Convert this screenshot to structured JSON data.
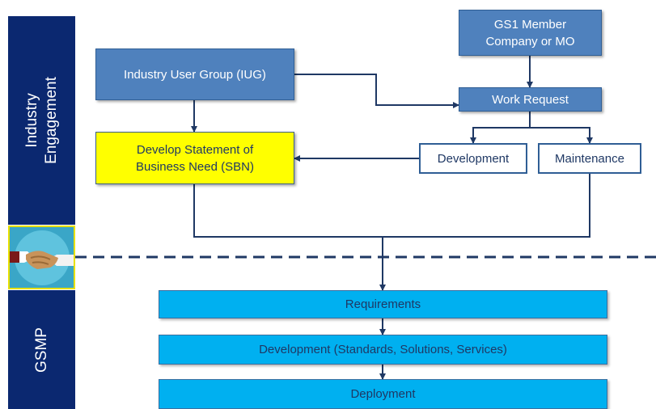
{
  "bands": {
    "industry_engagement": "Industry\nEngagement",
    "gsmp": "GSMP"
  },
  "boxes": {
    "gs1_member": "GS1 Member\nCompany or MO",
    "iug": "Industry User Group (IUG)",
    "work_request": "Work Request",
    "sbn": "Develop Statement of\nBusiness Need (SBN)",
    "development": "Development",
    "maintenance": "Maintenance",
    "requirements": "Requirements",
    "development_standards": "Development (Standards, Solutions, Services)",
    "deployment": "Deployment"
  },
  "colors": {
    "band": "#0b2870",
    "dark_box": "#4f81bd",
    "highlight_box": "#ffff00",
    "gsmp_box": "#00b0f0",
    "connector": "#1f3864"
  },
  "icons": {
    "divider": "handshake-icon"
  }
}
